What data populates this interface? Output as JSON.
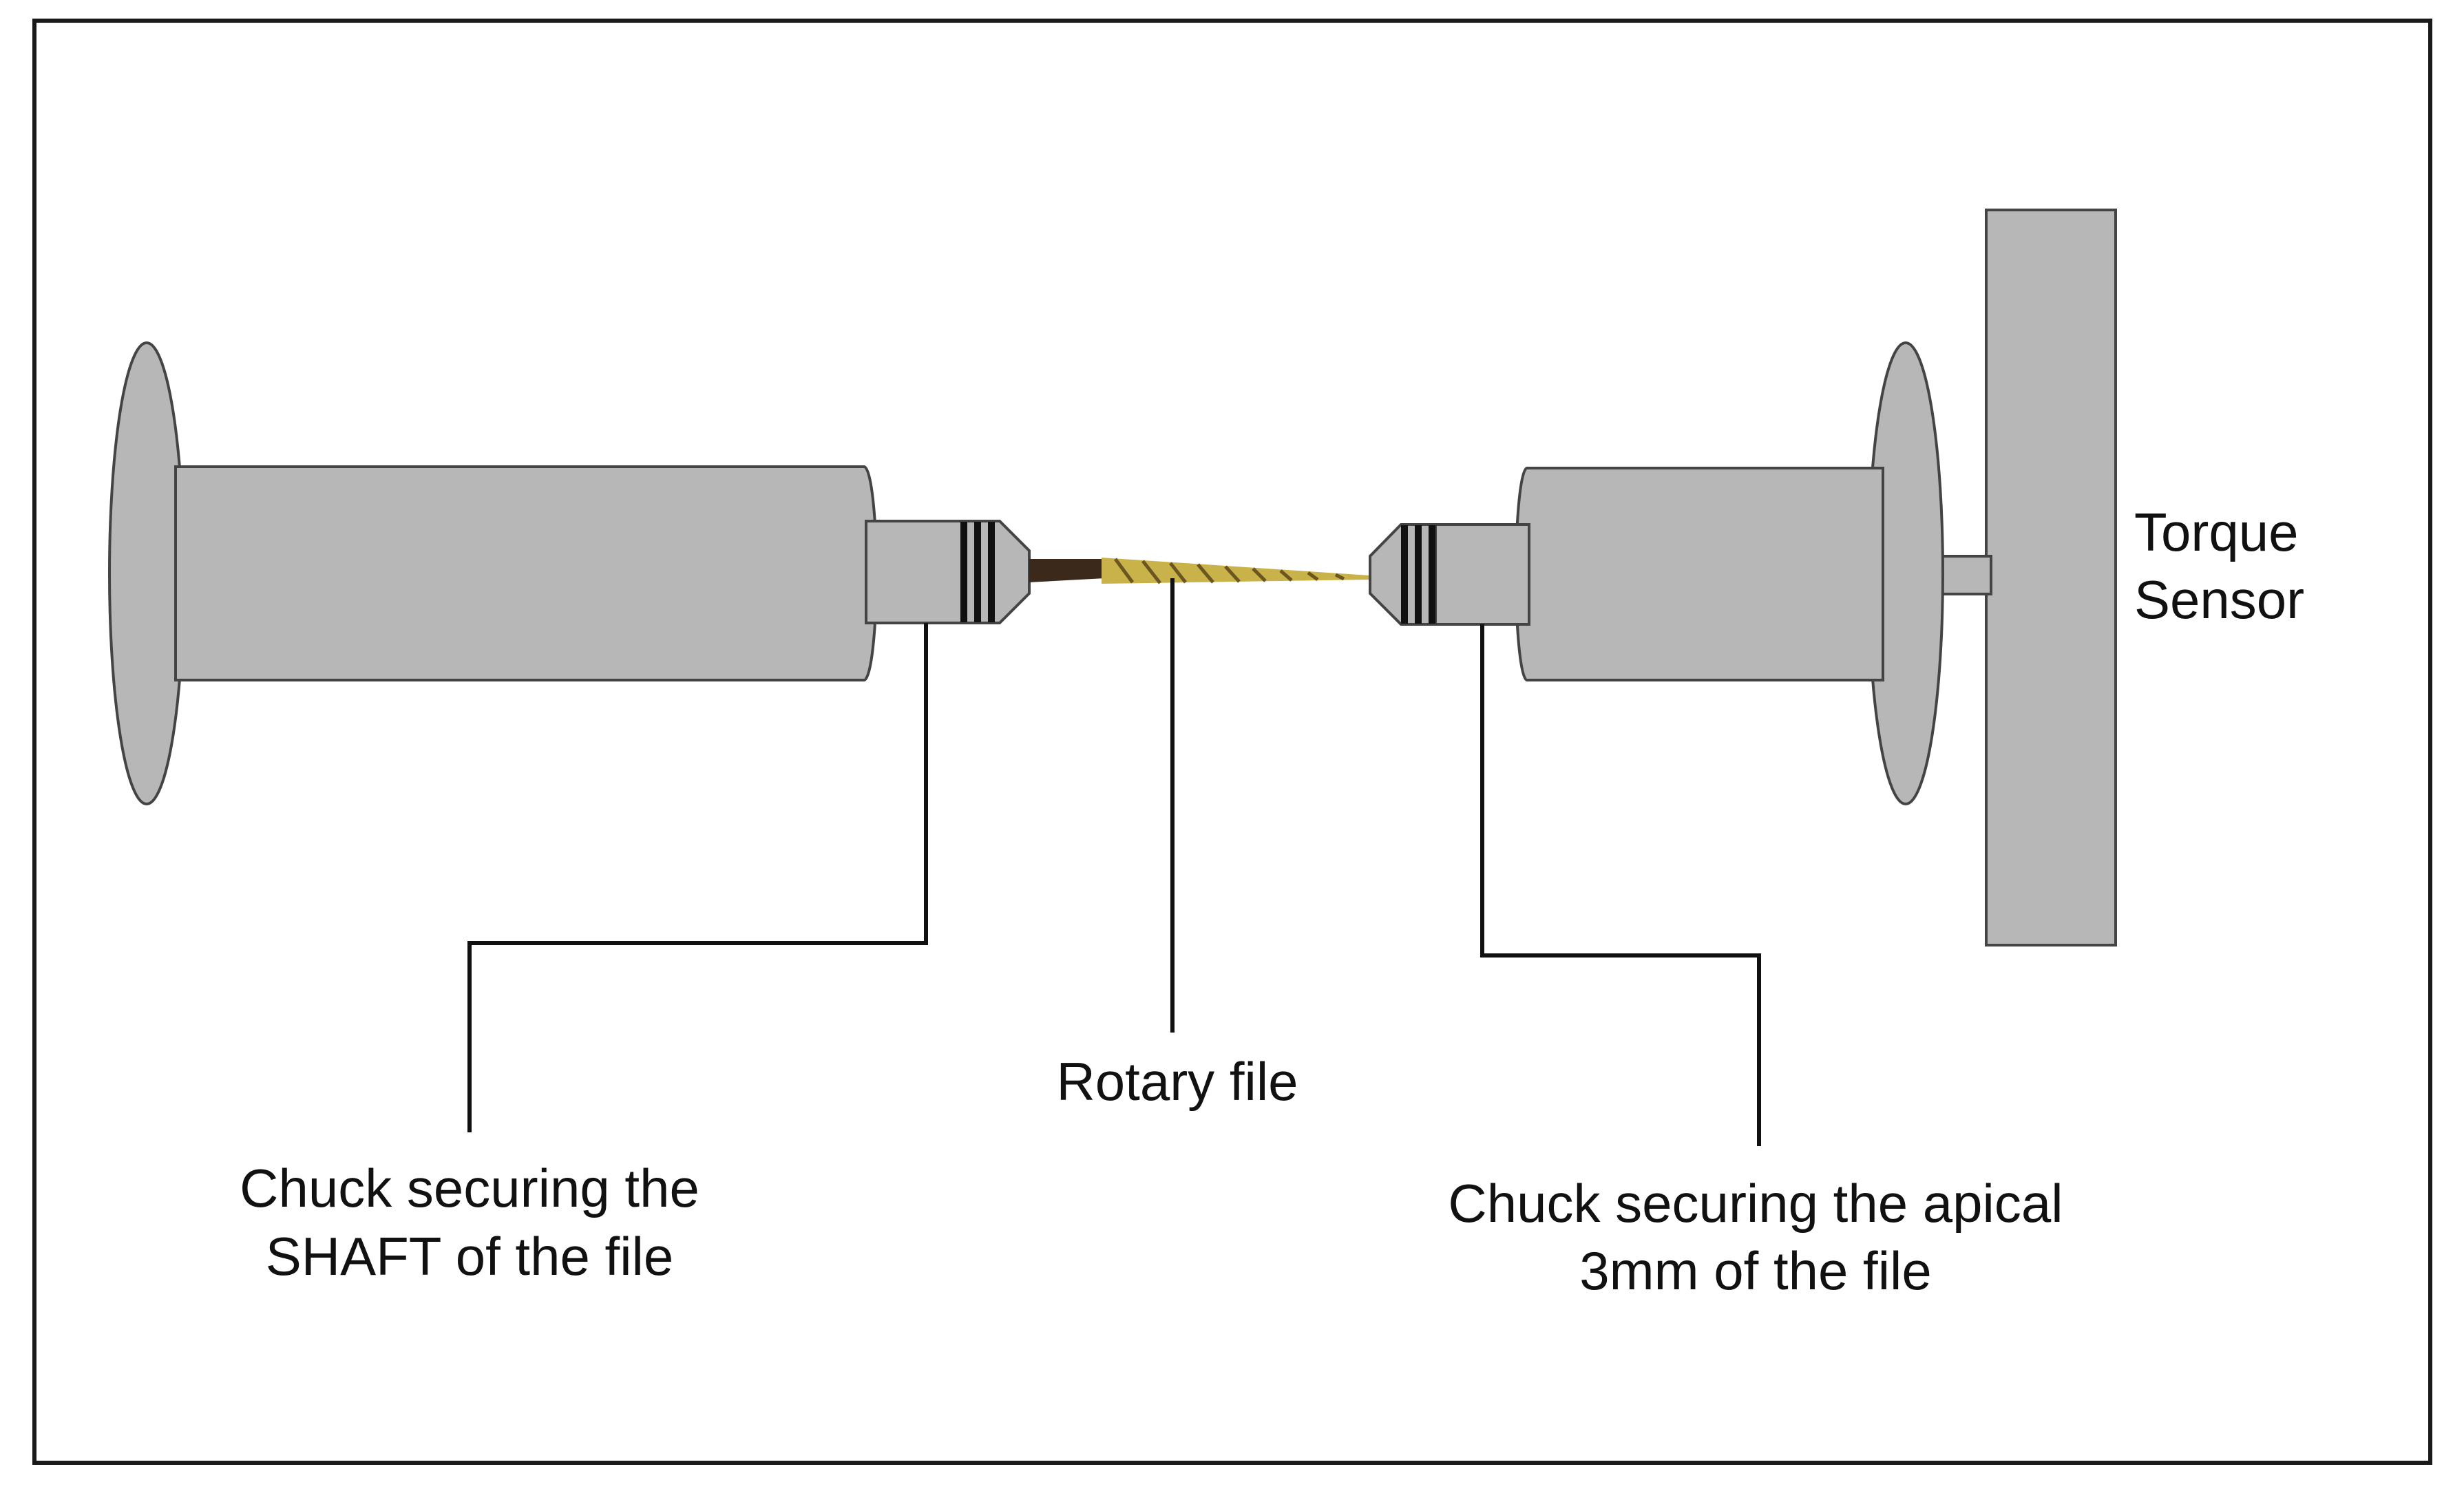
{
  "labels": {
    "torque_sensor_line1": "Torque",
    "torque_sensor_line2": "Sensor",
    "rotary_file": "Rotary file",
    "shaft_chuck_line1": "Chuck securing the",
    "shaft_chuck_line2": "SHAFT of the file",
    "apical_chuck_line1": "Chuck securing the apical",
    "apical_chuck_line2": "3mm of the file"
  },
  "colors": {
    "frame": "#1a1a1a",
    "body_fill": "#b7b7b7",
    "outline": "#444444",
    "leader_line": "#111111",
    "file_gold": "#c9b24a",
    "file_dark": "#3b2a1c"
  }
}
